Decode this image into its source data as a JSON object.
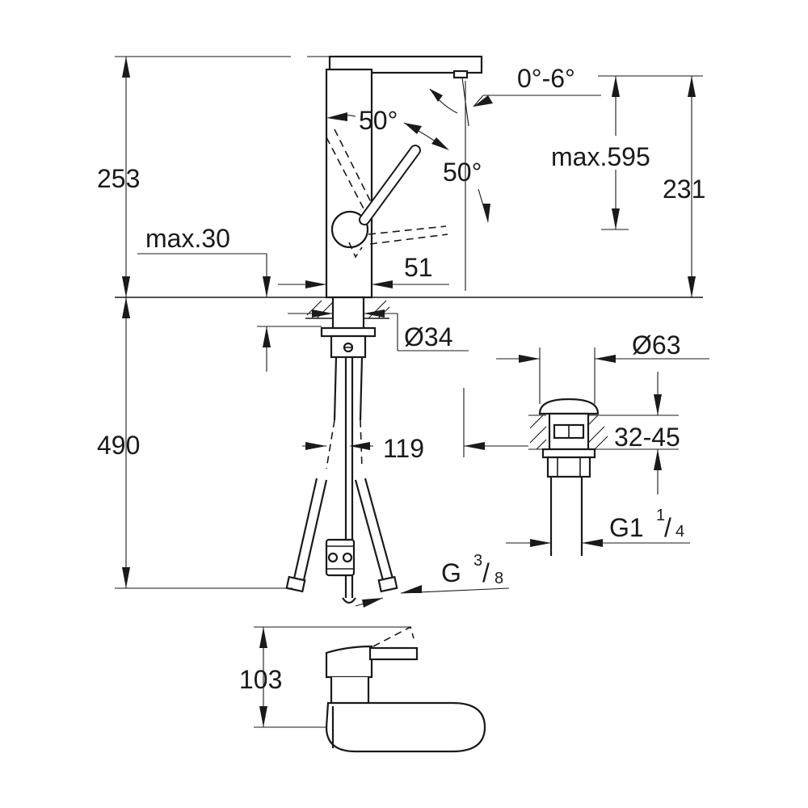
{
  "dimensions": {
    "height_spout": "253",
    "height_outlet": "231",
    "height_below_deck": "490",
    "max_pullout": "max.595",
    "max_deck": "max.30",
    "body_width": "51",
    "hole_diameter": "Ø34",
    "hose_spacing": "119",
    "waste_diameter": "Ø63",
    "deck_thickness": "32-45",
    "waste_thread": "G1",
    "waste_thread_frac_num": "1",
    "waste_thread_frac_den": "4",
    "hose_thread": "G",
    "hose_thread_frac_num": "3",
    "hose_thread_frac_den": "8",
    "lever_height": "103"
  },
  "angles": {
    "outlet_tilt": "0°-6°",
    "lever_left": "50°",
    "lever_right": "50°"
  }
}
